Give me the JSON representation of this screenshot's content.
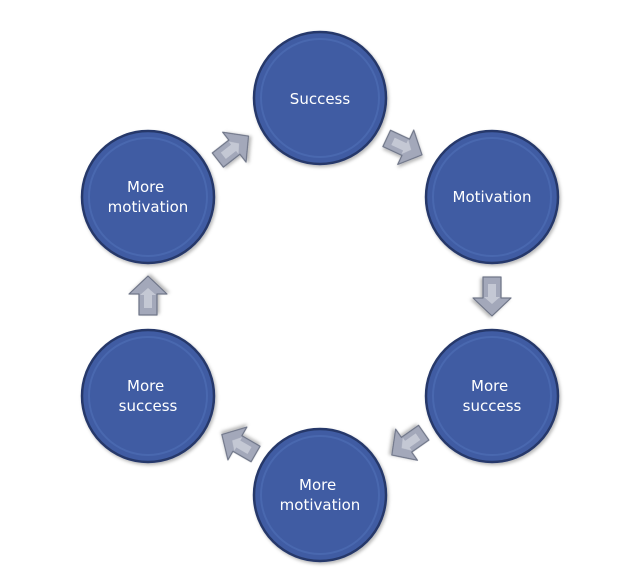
{
  "diagram": {
    "nodes": [
      {
        "lines": [
          "Success"
        ]
      },
      {
        "lines": [
          "Motivation"
        ]
      },
      {
        "lines": [
          "More",
          "success"
        ]
      },
      {
        "lines": [
          "More",
          "motivation"
        ]
      },
      {
        "lines": [
          "More",
          "success"
        ]
      },
      {
        "lines": [
          "More",
          "motivation"
        ]
      }
    ]
  },
  "colors": {
    "circle_fill": "#3f5ca3",
    "circle_ring": "#4a67af",
    "circle_border": "#26396b",
    "arrow_fill": "#a3a8ba",
    "arrow_inner": "#c4c8d4",
    "arrow_border": "#6e7487",
    "label": "#ffffff"
  }
}
